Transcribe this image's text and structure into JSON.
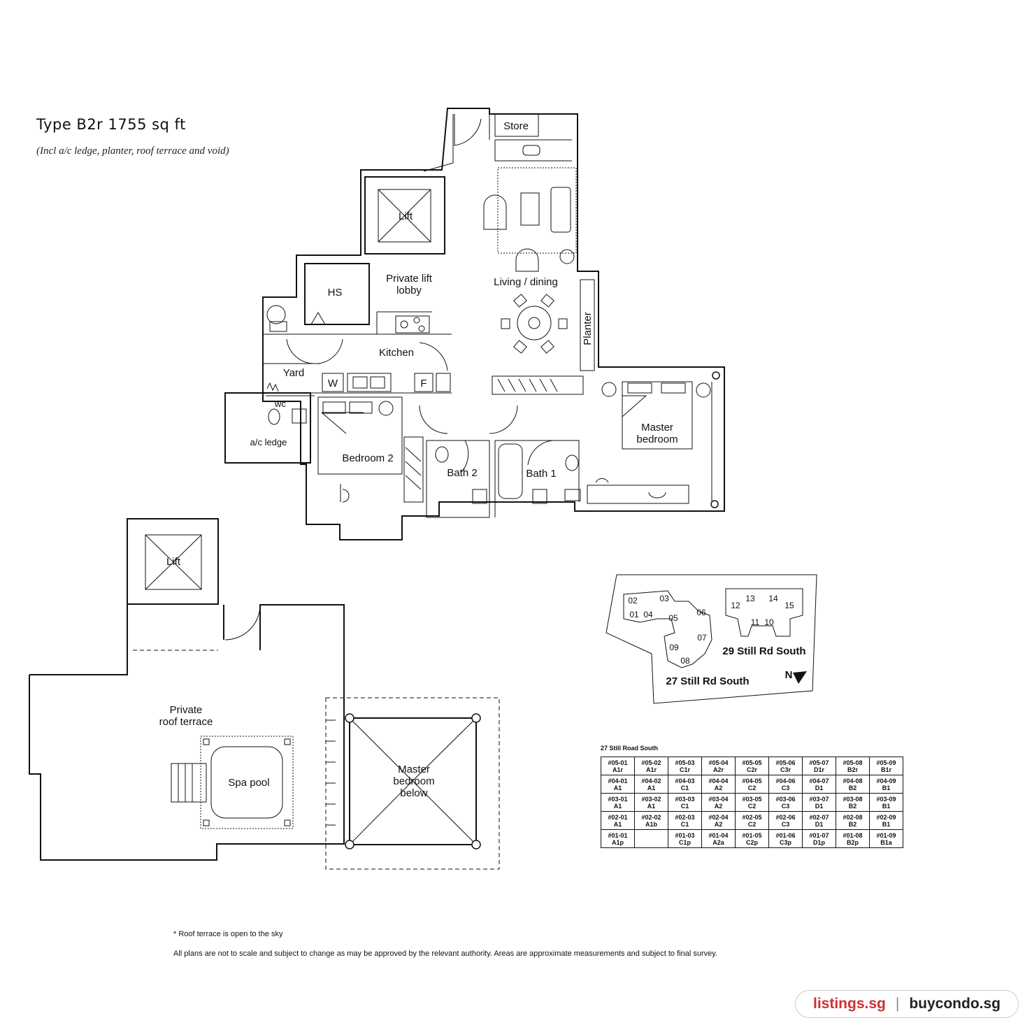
{
  "title": "Type B2r 1755 sq ft",
  "subtitle": "(Incl a/c ledge, planter, roof terrace and void)",
  "rooms": {
    "store": "Store",
    "lift": "Lift",
    "hs": "HS",
    "lift_lobby_1": "Private lift",
    "lift_lobby_2": "lobby",
    "living": "Living / dining",
    "planter": "Planter",
    "kitchen": "Kitchen",
    "yard": "Yard",
    "washer": "W",
    "fridge": "F",
    "wc": "wc",
    "ac_ledge": "a/c ledge",
    "bedroom2": "Bedroom 2",
    "bath2": "Bath 2",
    "bath1": "Bath 1",
    "master_1": "Master",
    "master_2": "bedroom"
  },
  "roof": {
    "lift": "Lift",
    "terrace_1": "Private",
    "terrace_2": "roof terrace",
    "spa": "Spa pool",
    "below_1": "Master",
    "below_2": "bedroom",
    "below_3": "below"
  },
  "key_plan": {
    "units": [
      "02",
      "03",
      "01",
      "04",
      "05",
      "06",
      "07",
      "09",
      "08",
      "12",
      "13",
      "14",
      "15",
      "11",
      "10"
    ],
    "road_29": "29 Still Rd South",
    "road_27": "27 Still Rd South",
    "north": "N"
  },
  "unit_table": {
    "title": "27 Still Road South",
    "rows": [
      [
        "#05-01\nA1r",
        "#05-02\nA1r",
        "#05-03\nC1r",
        "#05-04\nA2r",
        "#05-05\nC2r",
        "#05-06\nC3r",
        "#05-07\nD1r",
        "#05-08\nB2r",
        "#05-09\nB1r"
      ],
      [
        "#04-01\nA1",
        "#04-02\nA1",
        "#04-03\nC1",
        "#04-04\nA2",
        "#04-05\nC2",
        "#04-06\nC3",
        "#04-07\nD1",
        "#04-08\nB2",
        "#04-09\nB1"
      ],
      [
        "#03-01\nA1",
        "#03-02\nA1",
        "#03-03\nC1",
        "#03-04\nA2",
        "#03-05\nC2",
        "#03-06\nC3",
        "#03-07\nD1",
        "#03-08\nB2",
        "#03-09\nB1"
      ],
      [
        "#02-01\nA1",
        "#02-02\nA1b",
        "#02-03\nC1",
        "#02-04\nA2",
        "#02-05\nC2",
        "#02-06\nC3",
        "#02-07\nD1",
        "#02-08\nB2",
        "#02-09\nB1"
      ],
      [
        "#01-01\nA1p",
        "",
        "#01-03\nC1p",
        "#01-04\nA2a",
        "#01-05\nC2p",
        "#01-06\nC3p",
        "#01-07\nD1p",
        "#01-08\nB2p",
        "#01-09\nB1a"
      ]
    ]
  },
  "notes": {
    "roof": "* Roof terrace is open to the sky",
    "disclaimer": "All plans are not to scale and subject to change as may be approved by the relevant authority. Areas are approximate measurements and subject to final survey."
  },
  "brand": {
    "left": "listings.sg",
    "separator": "|",
    "right": "buycondo.sg",
    "left_color": "#d0302f",
    "right_color": "#222222"
  }
}
